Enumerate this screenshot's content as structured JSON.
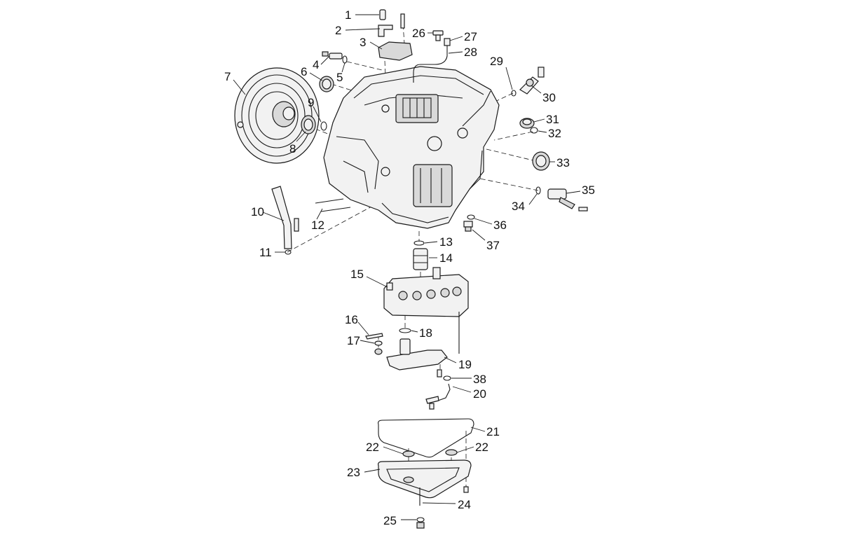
{
  "callouts": {
    "c1": "1",
    "c2": "2",
    "c3": "3",
    "c4": "4",
    "c5": "5",
    "c6": "6",
    "c7": "7",
    "c8": "8",
    "c9": "9",
    "c10": "10",
    "c11": "11",
    "c12": "12",
    "c13": "13",
    "c14": "14",
    "c15": "15",
    "c16": "16",
    "c17": "17",
    "c18": "18",
    "c19": "19",
    "c20": "20",
    "c21": "21",
    "c22a": "22",
    "c22b": "22",
    "c23": "23",
    "c24": "24",
    "c25": "25",
    "c26": "26",
    "c27": "27",
    "c28": "28",
    "c29": "29",
    "c30": "30",
    "c31": "31",
    "c32": "32",
    "c33": "33",
    "c34": "34",
    "c35": "35",
    "c36": "36",
    "c37": "37",
    "c38": "38"
  }
}
